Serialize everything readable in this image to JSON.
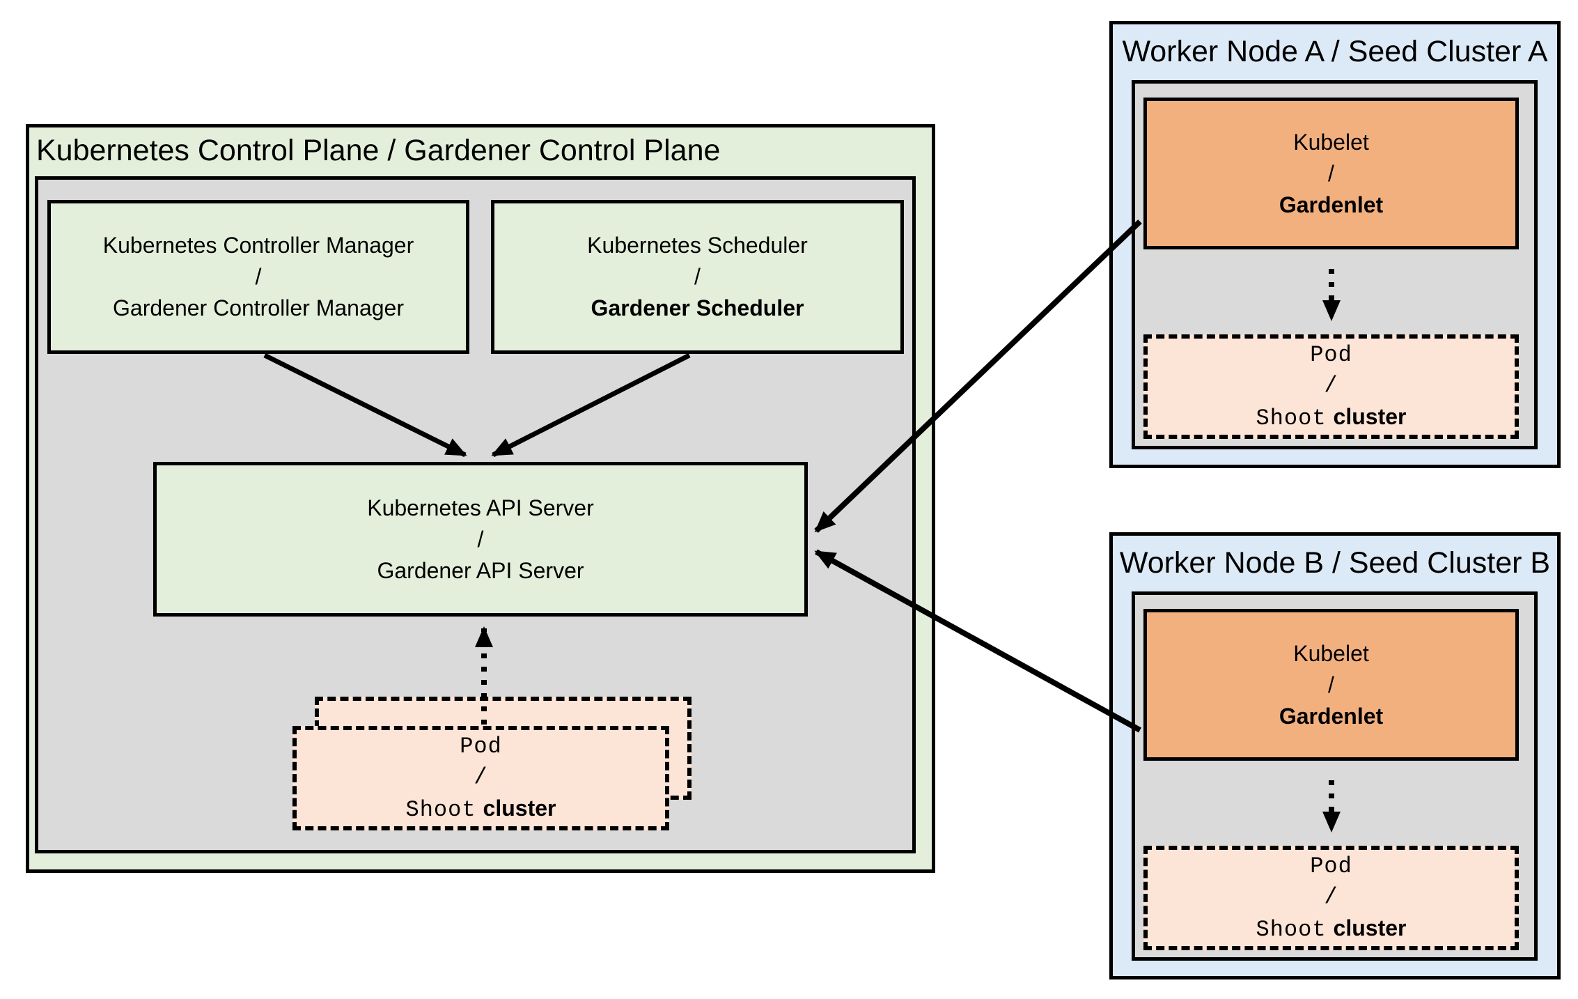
{
  "colors": {
    "canvas_bg": "#ffffff",
    "green_fill": "#e3efda",
    "gray_fill": "#dadada",
    "blue_fill": "#dce9f6",
    "orange_fill": "#f3b07f",
    "peach_fill": "#fce4d6",
    "line_color": "#000000"
  },
  "control_plane": {
    "title": "Kubernetes Control Plane / Gardener Control Plane",
    "controller_manager": {
      "line1": "Kubernetes Controller Manager",
      "slash": "/",
      "line2": "Gardener Controller Manager"
    },
    "scheduler": {
      "line1": "Kubernetes Scheduler",
      "slash": "/",
      "line2": "Gardener Scheduler"
    },
    "api_server": {
      "line1": "Kubernetes API Server",
      "slash": "/",
      "line2": "Gardener API Server"
    }
  },
  "kubelet": {
    "line1": "Kubelet",
    "slash": "/",
    "line2": "Gardenlet"
  },
  "pod": {
    "line1": "Pod",
    "slash": "/",
    "shoot": "Shoot",
    "cluster": "cluster"
  },
  "worker_a": {
    "title": "Worker Node A / Seed Cluster A"
  },
  "worker_b": {
    "title": "Worker Node B / Seed Cluster B"
  }
}
